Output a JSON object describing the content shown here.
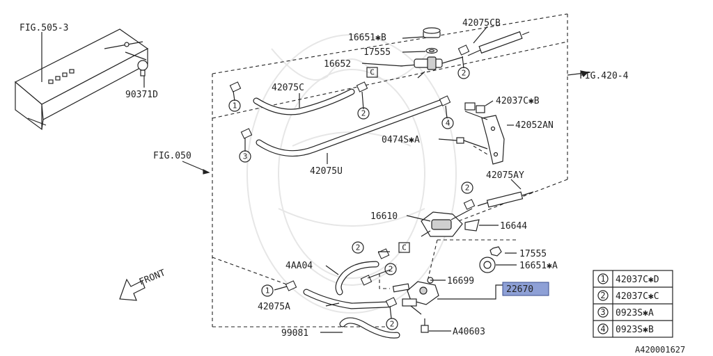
{
  "labels": {
    "fig_505_3": "FIG.505-3",
    "fig_420_4": "FIG.420-4",
    "fig_050": "FIG.050",
    "front": "FRONT",
    "p16651b": "16651✱B",
    "p17555_top": "17555",
    "p16652": "16652",
    "p42075cb": "42075CB",
    "p90371d": "90371D",
    "p42075c": "42075C",
    "p42037cb": "42037C✱B",
    "p42052an": "42052AN",
    "p0474sa": "0474S✱A",
    "p42075u": "42075U",
    "p42075ay": "42075AY",
    "p16610": "16610",
    "p16644": "16644",
    "p17555_bottom": "17555",
    "p16651a": "16651✱A",
    "p4aa04": "4AA04",
    "p16699": "16699",
    "p22670": "22670",
    "p42075a": "42075A",
    "p99081": "99081",
    "pa40603": "A40603",
    "diagram_code": "A420001627"
  },
  "callouts": {
    "c1": "1",
    "c2": "2",
    "c3": "3",
    "c4": "4",
    "ref_c": "C"
  },
  "legend": [
    {
      "num": "1",
      "part": "42037C✱D"
    },
    {
      "num": "2",
      "part": "42037C✱C"
    },
    {
      "num": "3",
      "part": "0923S✱A"
    },
    {
      "num": "4",
      "part": "0923S✱B"
    }
  ],
  "colors": {
    "highlight": "#8ea0d6",
    "line": "#222222"
  }
}
